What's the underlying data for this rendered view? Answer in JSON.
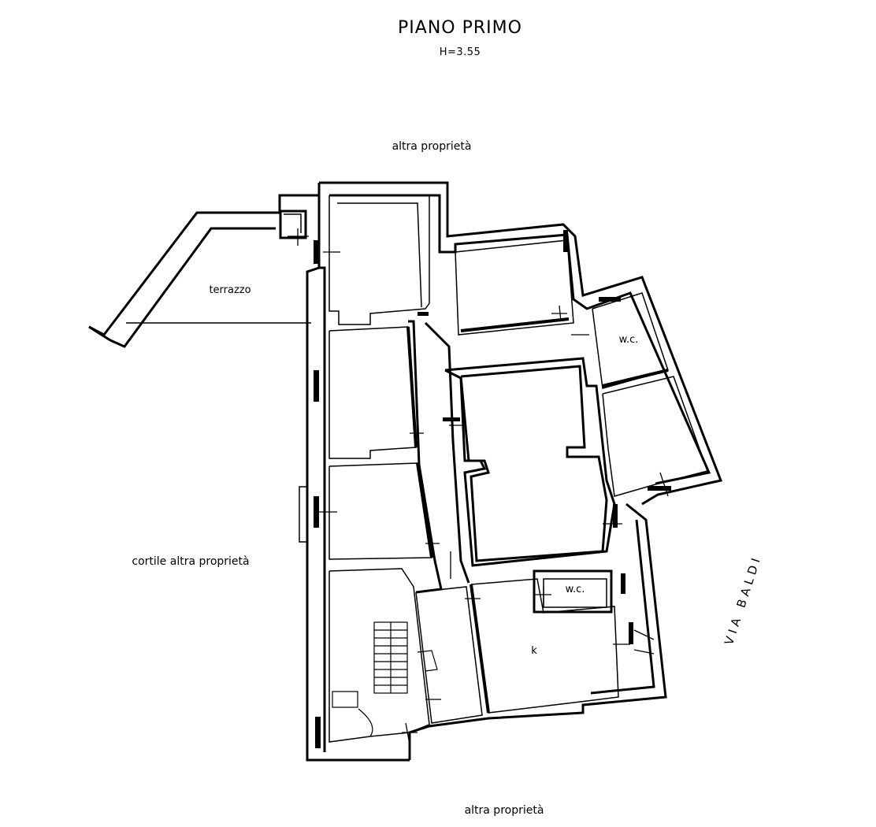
{
  "header": {
    "title": "PIANO PRIMO",
    "height": "H=3.55"
  },
  "context_labels": {
    "north": "altra proprietà",
    "south": "altra proprietà",
    "west": "cortile altra proprietà",
    "east_street": "VIA BALDI"
  },
  "rooms": {
    "terrace": "terrazzo",
    "wc_upper": "w.c.",
    "wc_lower": "w.c.",
    "kitchen": "k"
  }
}
